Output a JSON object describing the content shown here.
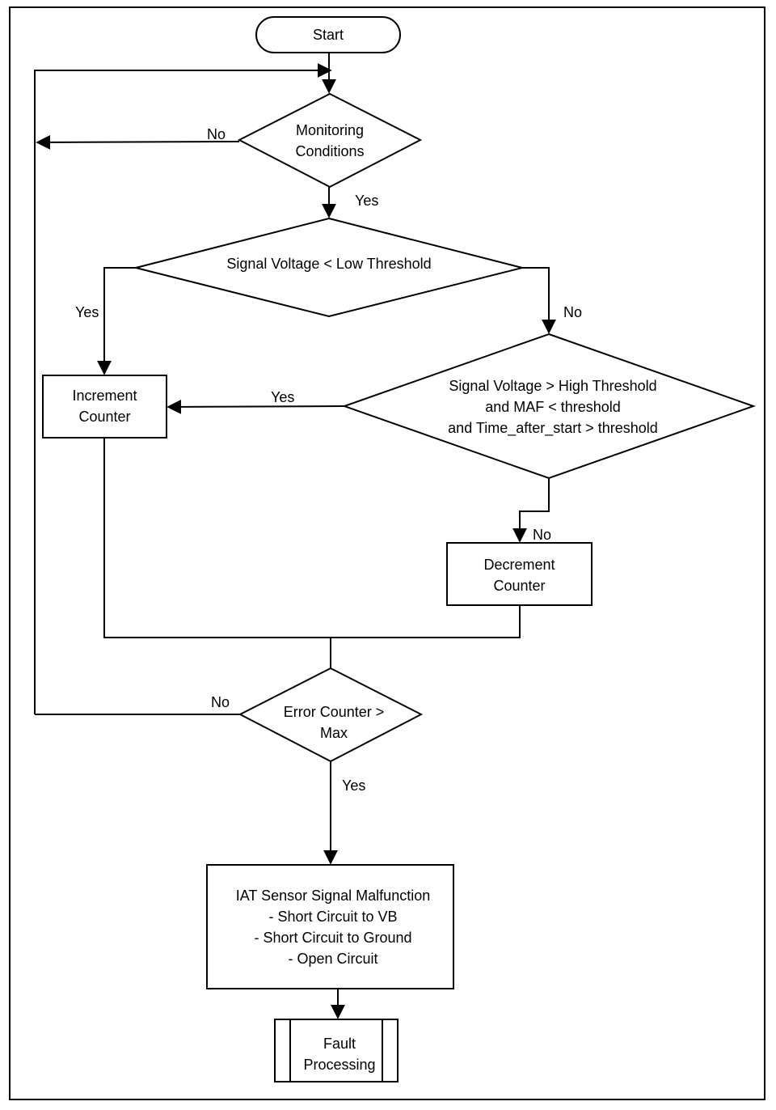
{
  "nodes": {
    "start": "Start",
    "monitoring": [
      "Monitoring",
      "Conditions"
    ],
    "low_check": "Signal Voltage < Low Threshold",
    "high_check": [
      "Signal Voltage > High Threshold",
      "and MAF < threshold",
      "and Time_after_start > threshold"
    ],
    "increment": [
      "Increment",
      "Counter"
    ],
    "decrement": [
      "Decrement",
      "Counter"
    ],
    "error_check": [
      "Error Counter >",
      "Max"
    ],
    "malfunction": [
      "IAT Sensor Signal Malfunction",
      "- Short Circuit to VB",
      "- Short Circuit to Ground",
      "- Open Circuit"
    ],
    "fault": [
      "Fault",
      "Processing"
    ]
  },
  "edges": {
    "monitoring_no": "No",
    "monitoring_yes": "Yes",
    "low_yes": "Yes",
    "low_no": "No",
    "high_yes": "Yes",
    "high_no": "No",
    "error_no": "No",
    "error_yes": "Yes"
  }
}
